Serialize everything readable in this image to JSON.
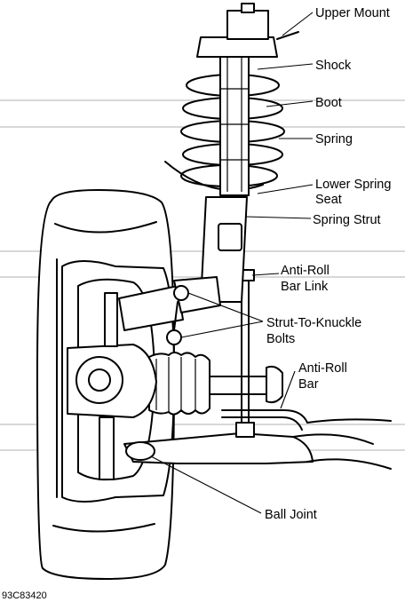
{
  "labels": {
    "upper_mount": "Upper Mount",
    "shock": "Shock",
    "boot": "Boot",
    "spring": "Spring",
    "lower_spring_seat_1": "Lower Spring",
    "lower_spring_seat_2": "Seat",
    "spring_strut": "Spring Strut",
    "anti_roll_bar_link_1": "Anti-Roll",
    "anti_roll_bar_link_2": "Bar Link",
    "strut_to_knuckle_bolts_1": "Strut-To-Knuckle",
    "strut_to_knuckle_bolts_2": "Bolts",
    "anti_roll_bar_1": "Anti-Roll",
    "anti_roll_bar_2": "Bar",
    "ball_joint": "Ball Joint"
  },
  "figure_code": "93C83420"
}
